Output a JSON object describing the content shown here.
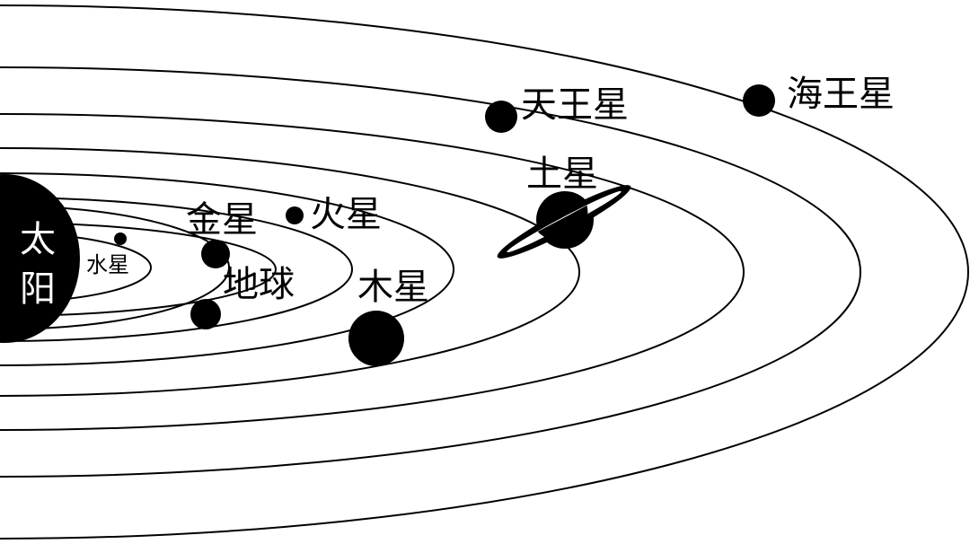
{
  "colors": {
    "ink": "#000000",
    "paper": "#ffffff"
  },
  "sun": {
    "label_line1": "太",
    "label_line2": "阳"
  },
  "planets": [
    {
      "key": "mercury",
      "label": "水星"
    },
    {
      "key": "venus",
      "label": "金星"
    },
    {
      "key": "earth",
      "label": "地球"
    },
    {
      "key": "mars",
      "label": "火星"
    },
    {
      "key": "jupiter",
      "label": "木星"
    },
    {
      "key": "saturn",
      "label": "土星"
    },
    {
      "key": "uranus",
      "label": "天王星"
    },
    {
      "key": "neptune",
      "label": "海王星"
    }
  ]
}
